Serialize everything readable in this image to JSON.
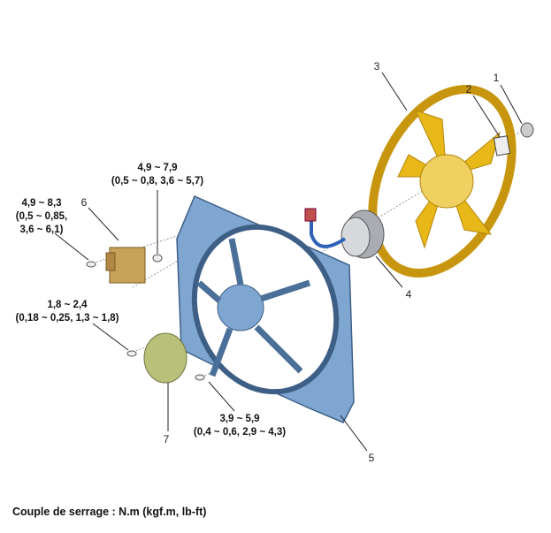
{
  "callouts": {
    "c1": "1",
    "c2": "2",
    "c3": "3",
    "c4": "4",
    "c5": "5",
    "c6": "6",
    "c7": "7"
  },
  "torques": {
    "bolt_resistor_upper": {
      "line1": "4,9 ~ 7,9",
      "line2": "(0,5 ~ 0,8, 3,6 ~ 5,7)"
    },
    "bolt_resistor_lower": {
      "line1": "4,9 ~ 8,3",
      "line2": "(0,5 ~ 0,85,",
      "line3": "3,6 ~ 6,1)"
    },
    "screw_cap": {
      "line1": "1,8 ~ 2,4",
      "line2": "(0,18 ~ 0,25, 1,3 ~ 1,8)"
    },
    "bolt_shroud": {
      "line1": "3,9 ~ 5,9",
      "line2": "(0,4 ~ 0,6, 2,9 ~ 4,3)"
    }
  },
  "footer": "Couple de serrage : N.m (kgf.m, lb-ft)",
  "colors": {
    "shroud": "#7fa6d0",
    "fan": "#e8b818",
    "resistor": "#c9a25a",
    "cap": "#b9c07a",
    "motor": "#a9adb3"
  }
}
